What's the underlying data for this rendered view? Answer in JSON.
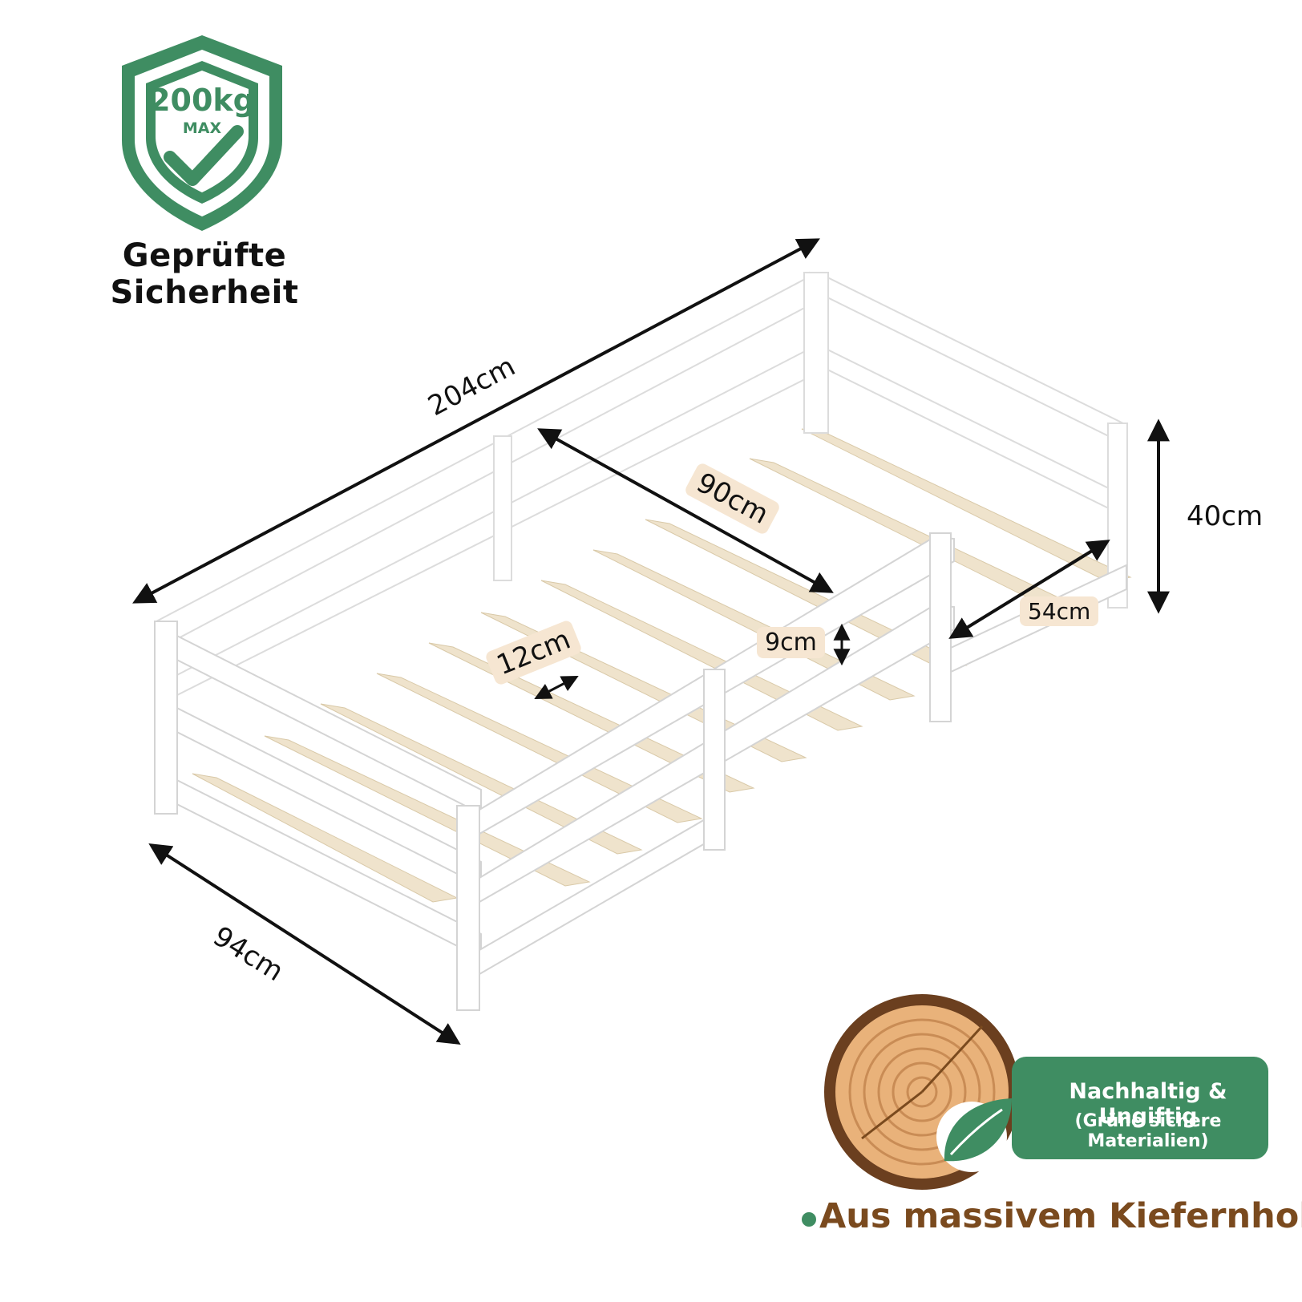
{
  "badge": {
    "weight": "200kg",
    "max": "MAX",
    "caption": "Geprüfte Sicherheit",
    "color": "#3f8d62"
  },
  "dimensions": {
    "length": "204cm",
    "inner_width": "90cm",
    "height": "40cm",
    "opening": "54cm",
    "rail_gap": "9cm",
    "slat_gap": "12cm",
    "width": "94cm"
  },
  "eco": {
    "title": "Nachhaltig & Ungiftig",
    "subtitle": "(Grüne sichere Materialien)",
    "material": "Aus massivem Kiefernholz",
    "accent": "#3f8d62",
    "wood_text_color": "#7a4a1e",
    "label_bg": "#f6e6d2"
  },
  "icons": {
    "shield": "shield-check-icon",
    "leaf": "leaf-icon",
    "wood": "wood-slice-icon"
  }
}
